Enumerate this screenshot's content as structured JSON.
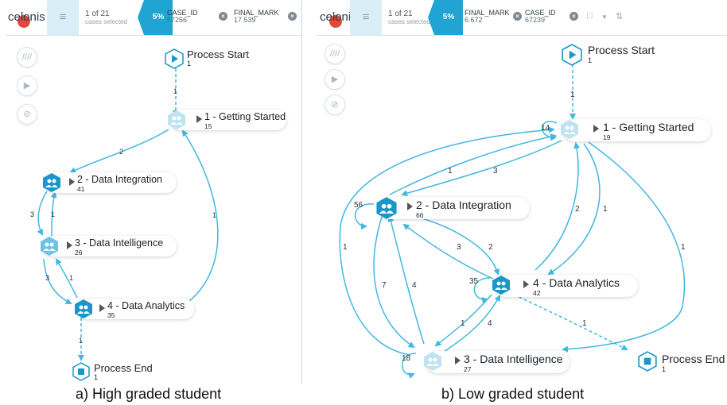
{
  "panel_a": {
    "logo": "celonis",
    "cases_selected": {
      "count": "1 of 21",
      "label": "cases selected"
    },
    "percent": "5%",
    "filters": [
      {
        "name": "CASE_ID",
        "value": "67256"
      },
      {
        "name": "FINAL_MARK",
        "value": "17.539"
      }
    ],
    "nodes": {
      "start": {
        "name": "Process Start",
        "count": "1"
      },
      "getting_started": {
        "name": "1 - Getting Started",
        "count": "15"
      },
      "data_integration": {
        "name": "2 - Data Integration",
        "count": "41"
      },
      "data_intelligence": {
        "name": "3 - Data Intelligence",
        "count": "26"
      },
      "data_analytics": {
        "name": "4 - Data Analytics",
        "count": "35"
      },
      "end": {
        "name": "Process End",
        "count": "1"
      }
    },
    "edge_labels": {
      "start_gs": "1",
      "gs_di": "2",
      "di_dint": "3",
      "dint_di": "1",
      "dint_da": "3",
      "da_dint": "1",
      "da_gs": "1",
      "da_end": "1"
    },
    "caption": "a) High graded student"
  },
  "panel_b": {
    "logo": "celonis",
    "cases_selected": {
      "count": "1 of 21",
      "label": "cases selected"
    },
    "percent": "5%",
    "filters": [
      {
        "name": "FINAL_MARK",
        "value": "6.672"
      },
      {
        "name": "CASE_ID",
        "value": "67239"
      }
    ],
    "nodes": {
      "start": {
        "name": "Process Start",
        "count": "1"
      },
      "getting_started": {
        "name": "1 - Getting Started",
        "count": "19"
      },
      "data_integration": {
        "name": "2 - Data Integration",
        "count": "66"
      },
      "data_analytics": {
        "name": "4 - Data Analytics",
        "count": "42"
      },
      "data_intelligence": {
        "name": "3 - Data Intelligence",
        "count": "27"
      },
      "end": {
        "name": "Process End",
        "count": "1"
      }
    },
    "loops": {
      "getting_started": "14",
      "data_integration": "56",
      "data_analytics": "35",
      "data_intelligence": "18"
    },
    "edge_labels": {
      "start_gs": "1",
      "di_gs": "1",
      "gs_di": "3",
      "da_gs": "2",
      "gs_da": "1",
      "gs_end": "1",
      "dint_gs": "1",
      "da_di": "3",
      "di_da": "2",
      "di_dint": "7",
      "dint_di": "4",
      "da_dint": "1",
      "dint_da": "4",
      "da_end": "1"
    },
    "caption": "b) Low graded student"
  },
  "colors": {
    "edge": "#41b7e0",
    "node_icon": "#1b96c9",
    "accent": "#1fa4d3"
  }
}
